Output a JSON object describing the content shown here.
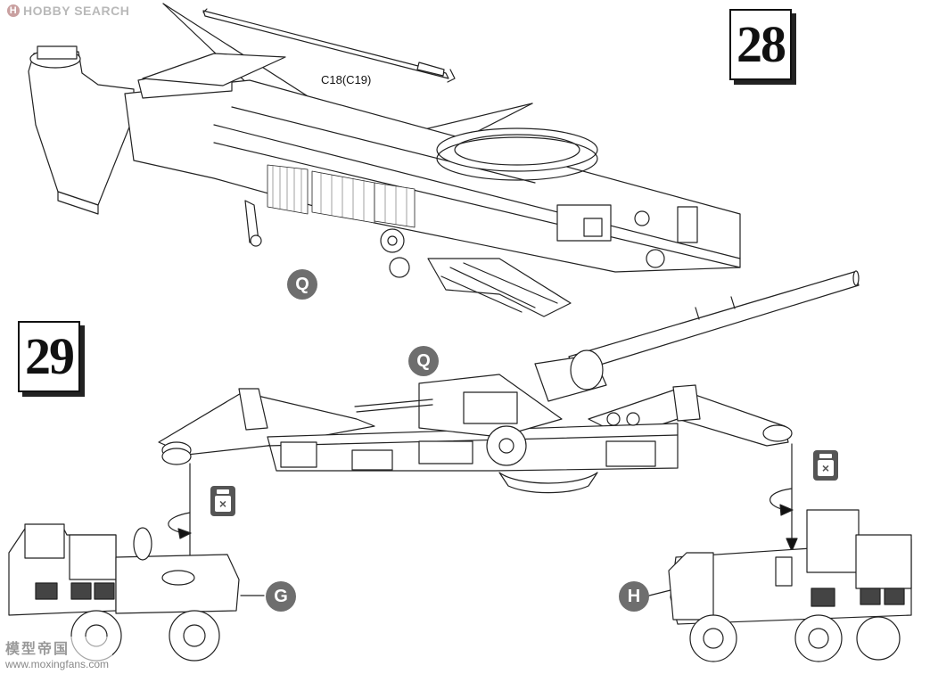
{
  "brand": {
    "logo_text": "HOBBY SEARCH"
  },
  "watermark": {
    "site_cn": "模型帝国",
    "url": "www.moxingfans.com"
  },
  "steps": [
    {
      "number": "28",
      "callout": "Q",
      "part_label": "C18(C19)"
    },
    {
      "number": "29",
      "callout": "Q",
      "sub_labels": [
        "G",
        "H"
      ]
    }
  ],
  "icons": [
    "no-glue-icon",
    "no-glue-icon"
  ]
}
